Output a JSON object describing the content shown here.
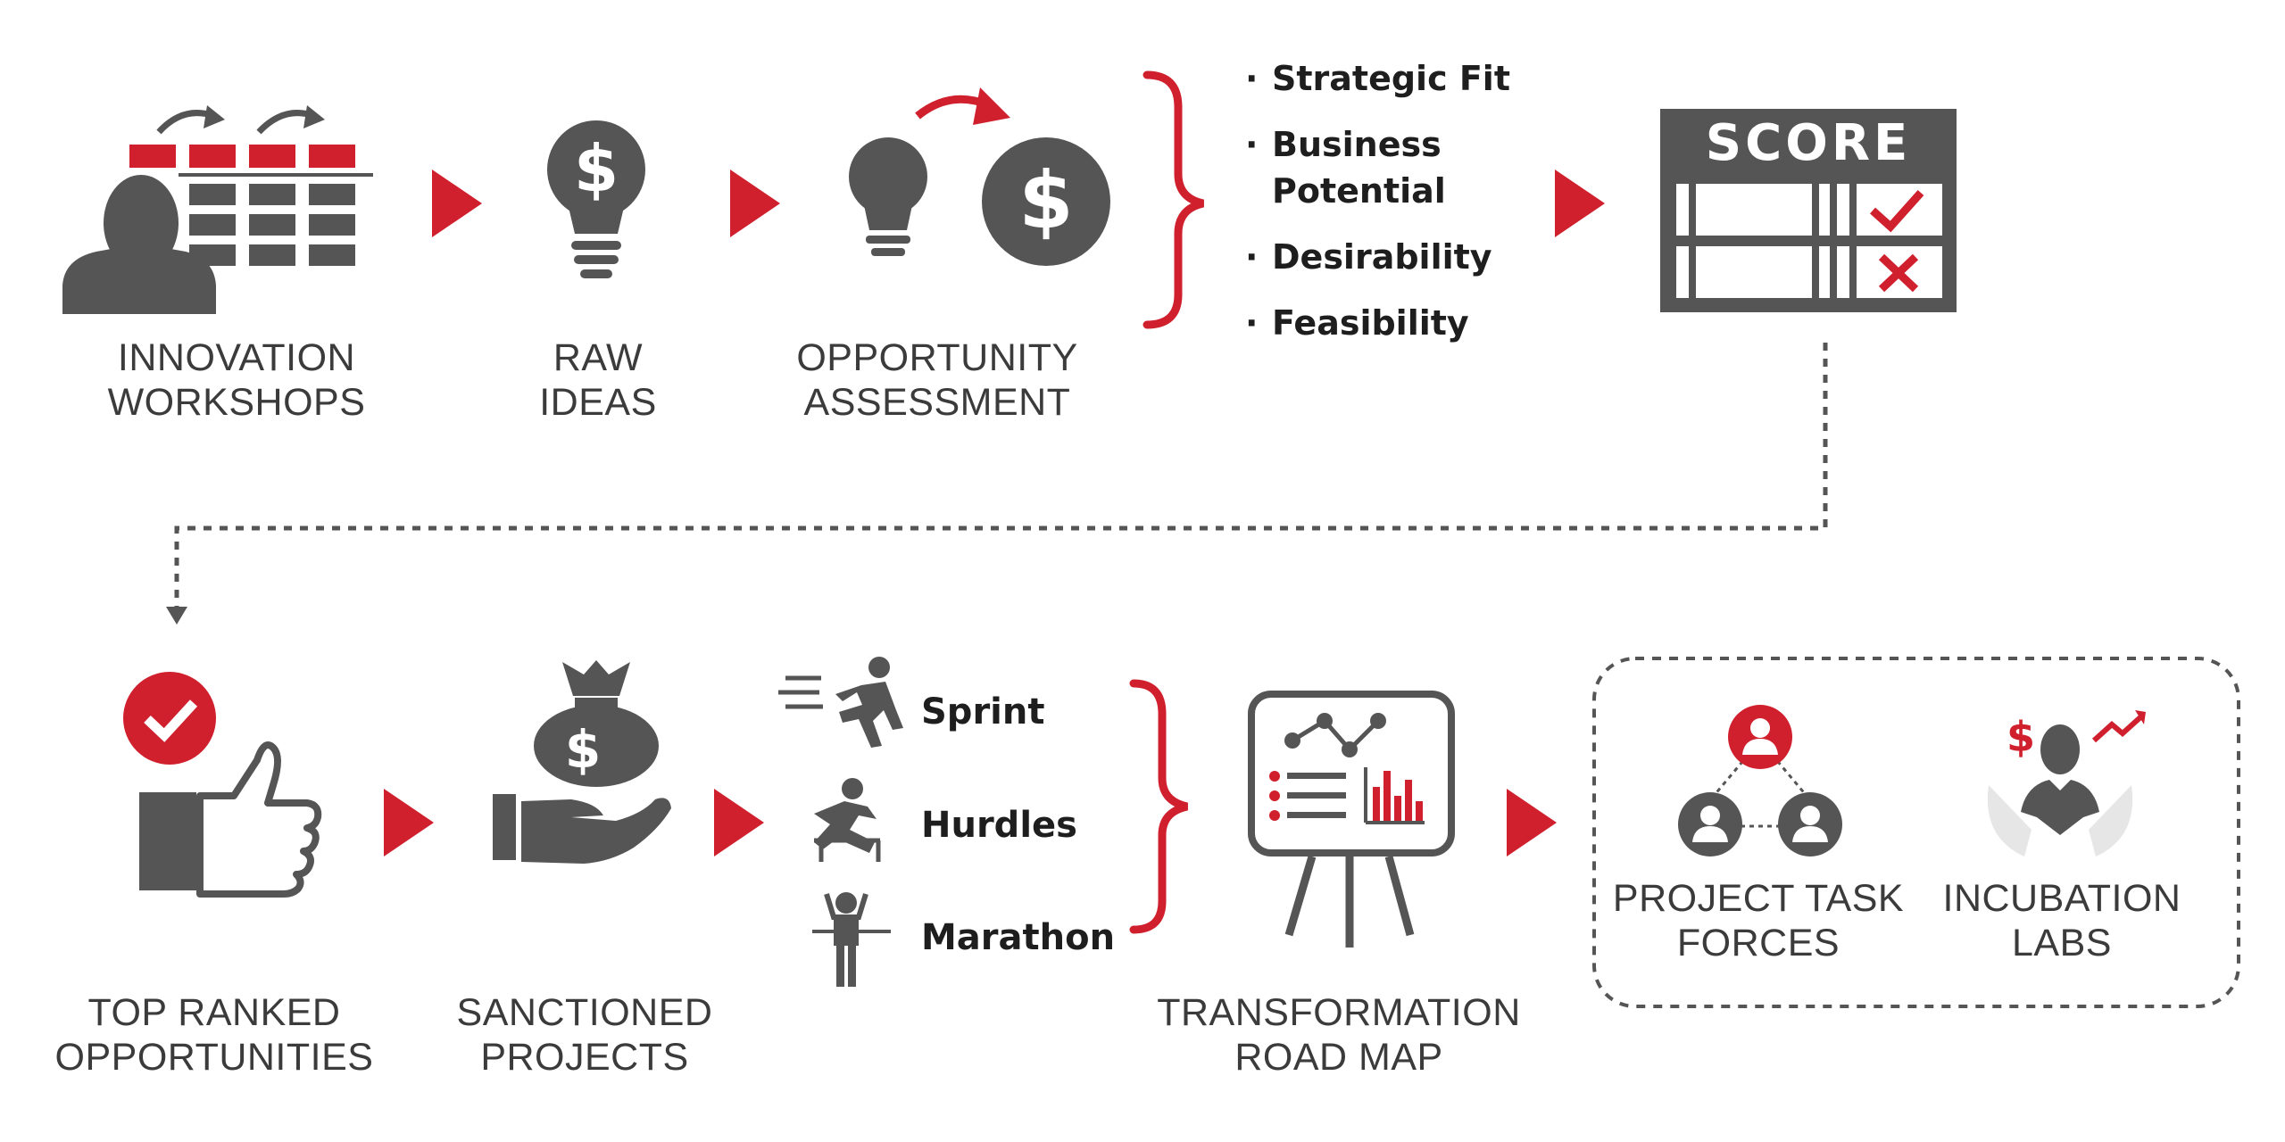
{
  "stages": {
    "innovation_workshops": [
      "INNOVATION",
      "WORKSHOPS"
    ],
    "raw_ideas": [
      "RAW",
      "IDEAS"
    ],
    "opportunity_assessment": [
      "OPPORTUNITY",
      "ASSESSMENT"
    ],
    "top_ranked": [
      "TOP RANKED",
      "OPPORTUNITIES"
    ],
    "sanctioned_projects": [
      "SANCTIONED",
      "PROJECTS"
    ],
    "transformation_road_map": [
      "TRANSFORMATION",
      "ROAD MAP"
    ],
    "project_task_forces": [
      "PROJECT TASK",
      "FORCES"
    ],
    "incubation_labs": [
      "INCUBATION",
      "LABS"
    ]
  },
  "criteria": [
    "Strategic Fit",
    "Business",
    "Potential",
    "Desirability",
    "Feasibility"
  ],
  "score_card": {
    "title": "SCORE"
  },
  "project_types": [
    "Sprint",
    "Hurdles",
    "Marathon"
  ],
  "icons": {
    "currency_symbol": "$"
  },
  "colors": {
    "accent": "#d0202e",
    "icon": "#555555",
    "text": "#3b3b3b"
  }
}
